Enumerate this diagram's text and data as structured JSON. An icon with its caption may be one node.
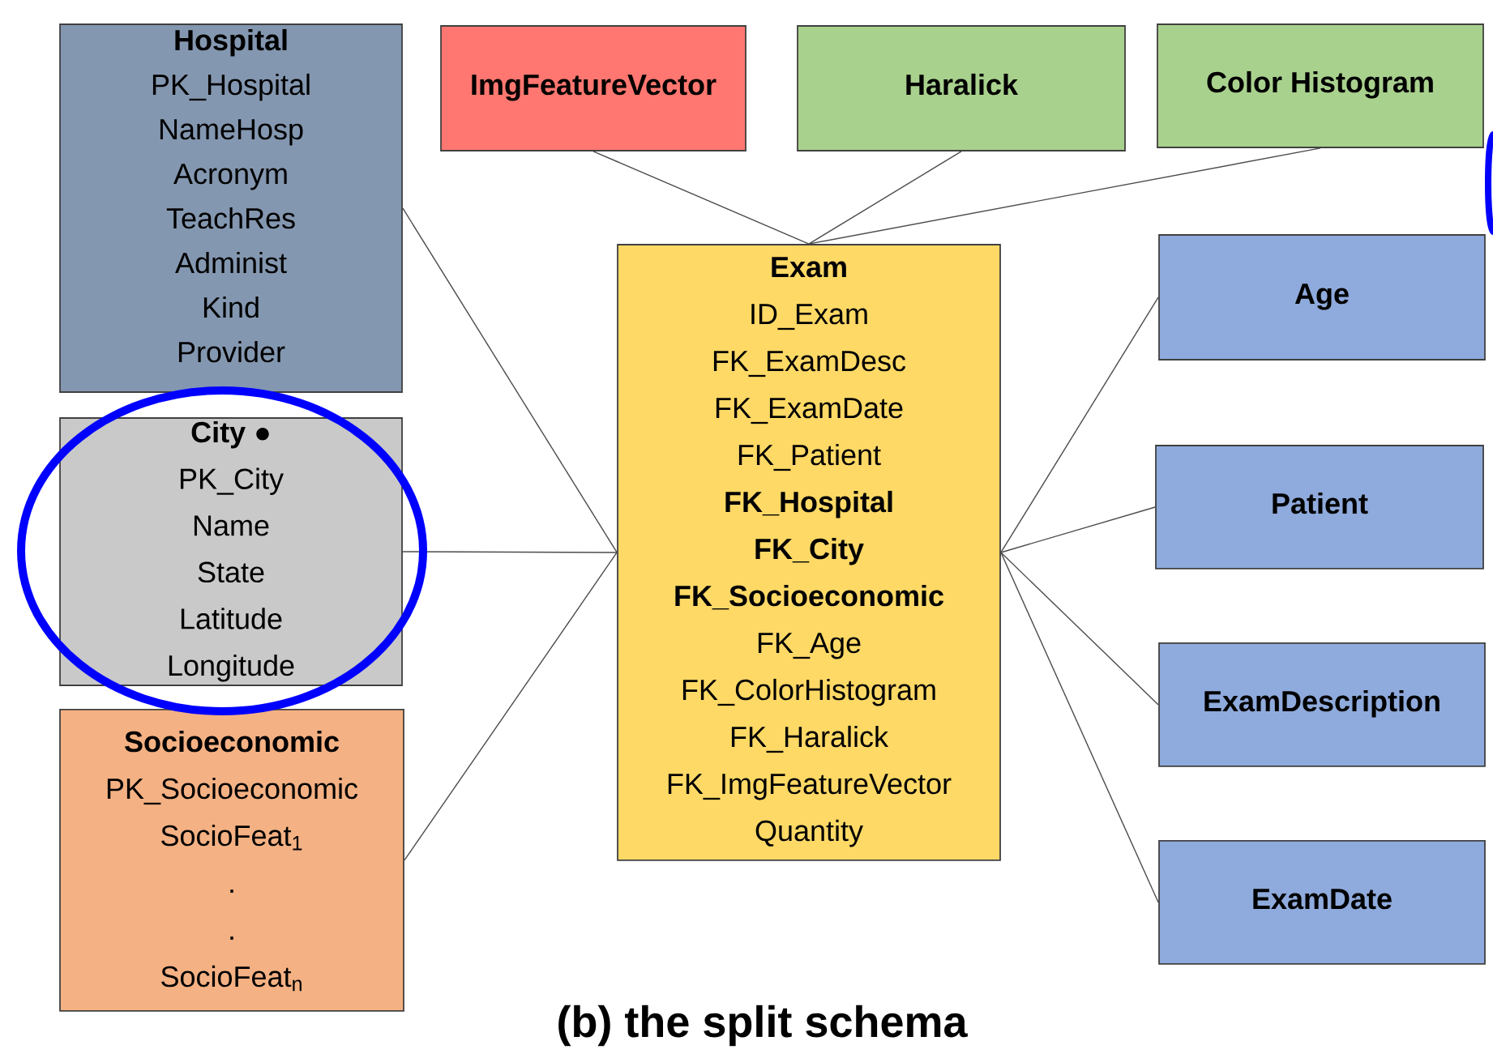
{
  "diagram": {
    "caption": "(b) the split schema",
    "nodes": [
      {
        "text": [
          "Hospital",
          "PK_Hospital",
          "NameHosp",
          "Acronym",
          "TeachRes",
          "Administ",
          "Kind",
          "Provider"
        ]
      },
      {
        "text": [
          "ImgFeatureVector"
        ]
      },
      {
        "text": [
          "Haralick"
        ]
      },
      {
        "text": [
          "Color Histogram"
        ]
      },
      {
        "text": [
          "Exam",
          "ID_Exam",
          "FK_ExamDesc",
          "FK_ExamDate",
          "FK_Patient",
          "**FK_Hospital**",
          "**FK_City**",
          "**FK_Socioeconomic**",
          "FK_Age",
          "FK_ColorHistogram",
          "FK_Haralick",
          "FK_ImgFeatureVector",
          "Quantity"
        ]
      },
      {
        "text": [
          "Age"
        ]
      },
      {
        "text": [
          "City ●",
          "PK_City",
          "Name",
          "State",
          "Latitude",
          "Longitude"
        ]
      },
      {
        "text": [
          "Patient"
        ]
      },
      {
        "text": [
          "Socioeconomic",
          "PK_Socioeconomic",
          "SocioFeat$_{1}$",
          ".",
          ".",
          "SocioFeat$_{n}$"
        ]
      },
      {
        "text": [
          "ExamDescription"
        ]
      },
      {
        "text": [
          "ExamDate"
        ]
      }
    ],
    "edges": [
      {
        "from": 0,
        "to": 4,
        "arrow": "none"
      },
      {
        "from": 1,
        "to": 4,
        "arrow": "none"
      },
      {
        "from": 2,
        "to": 4,
        "arrow": "none"
      },
      {
        "from": 3,
        "to": 4,
        "arrow": "none"
      },
      {
        "from": 4,
        "to": 5,
        "arrow": "none"
      },
      {
        "from": 6,
        "to": 4,
        "arrow": "none"
      },
      {
        "from": 4,
        "to": 7,
        "arrow": "none"
      },
      {
        "from": 8,
        "to": 4,
        "arrow": "none"
      },
      {
        "from": 4,
        "to": 9,
        "arrow": "none"
      },
      {
        "from": 4,
        "to": 10,
        "arrow": "none"
      }
    ]
  }
}
